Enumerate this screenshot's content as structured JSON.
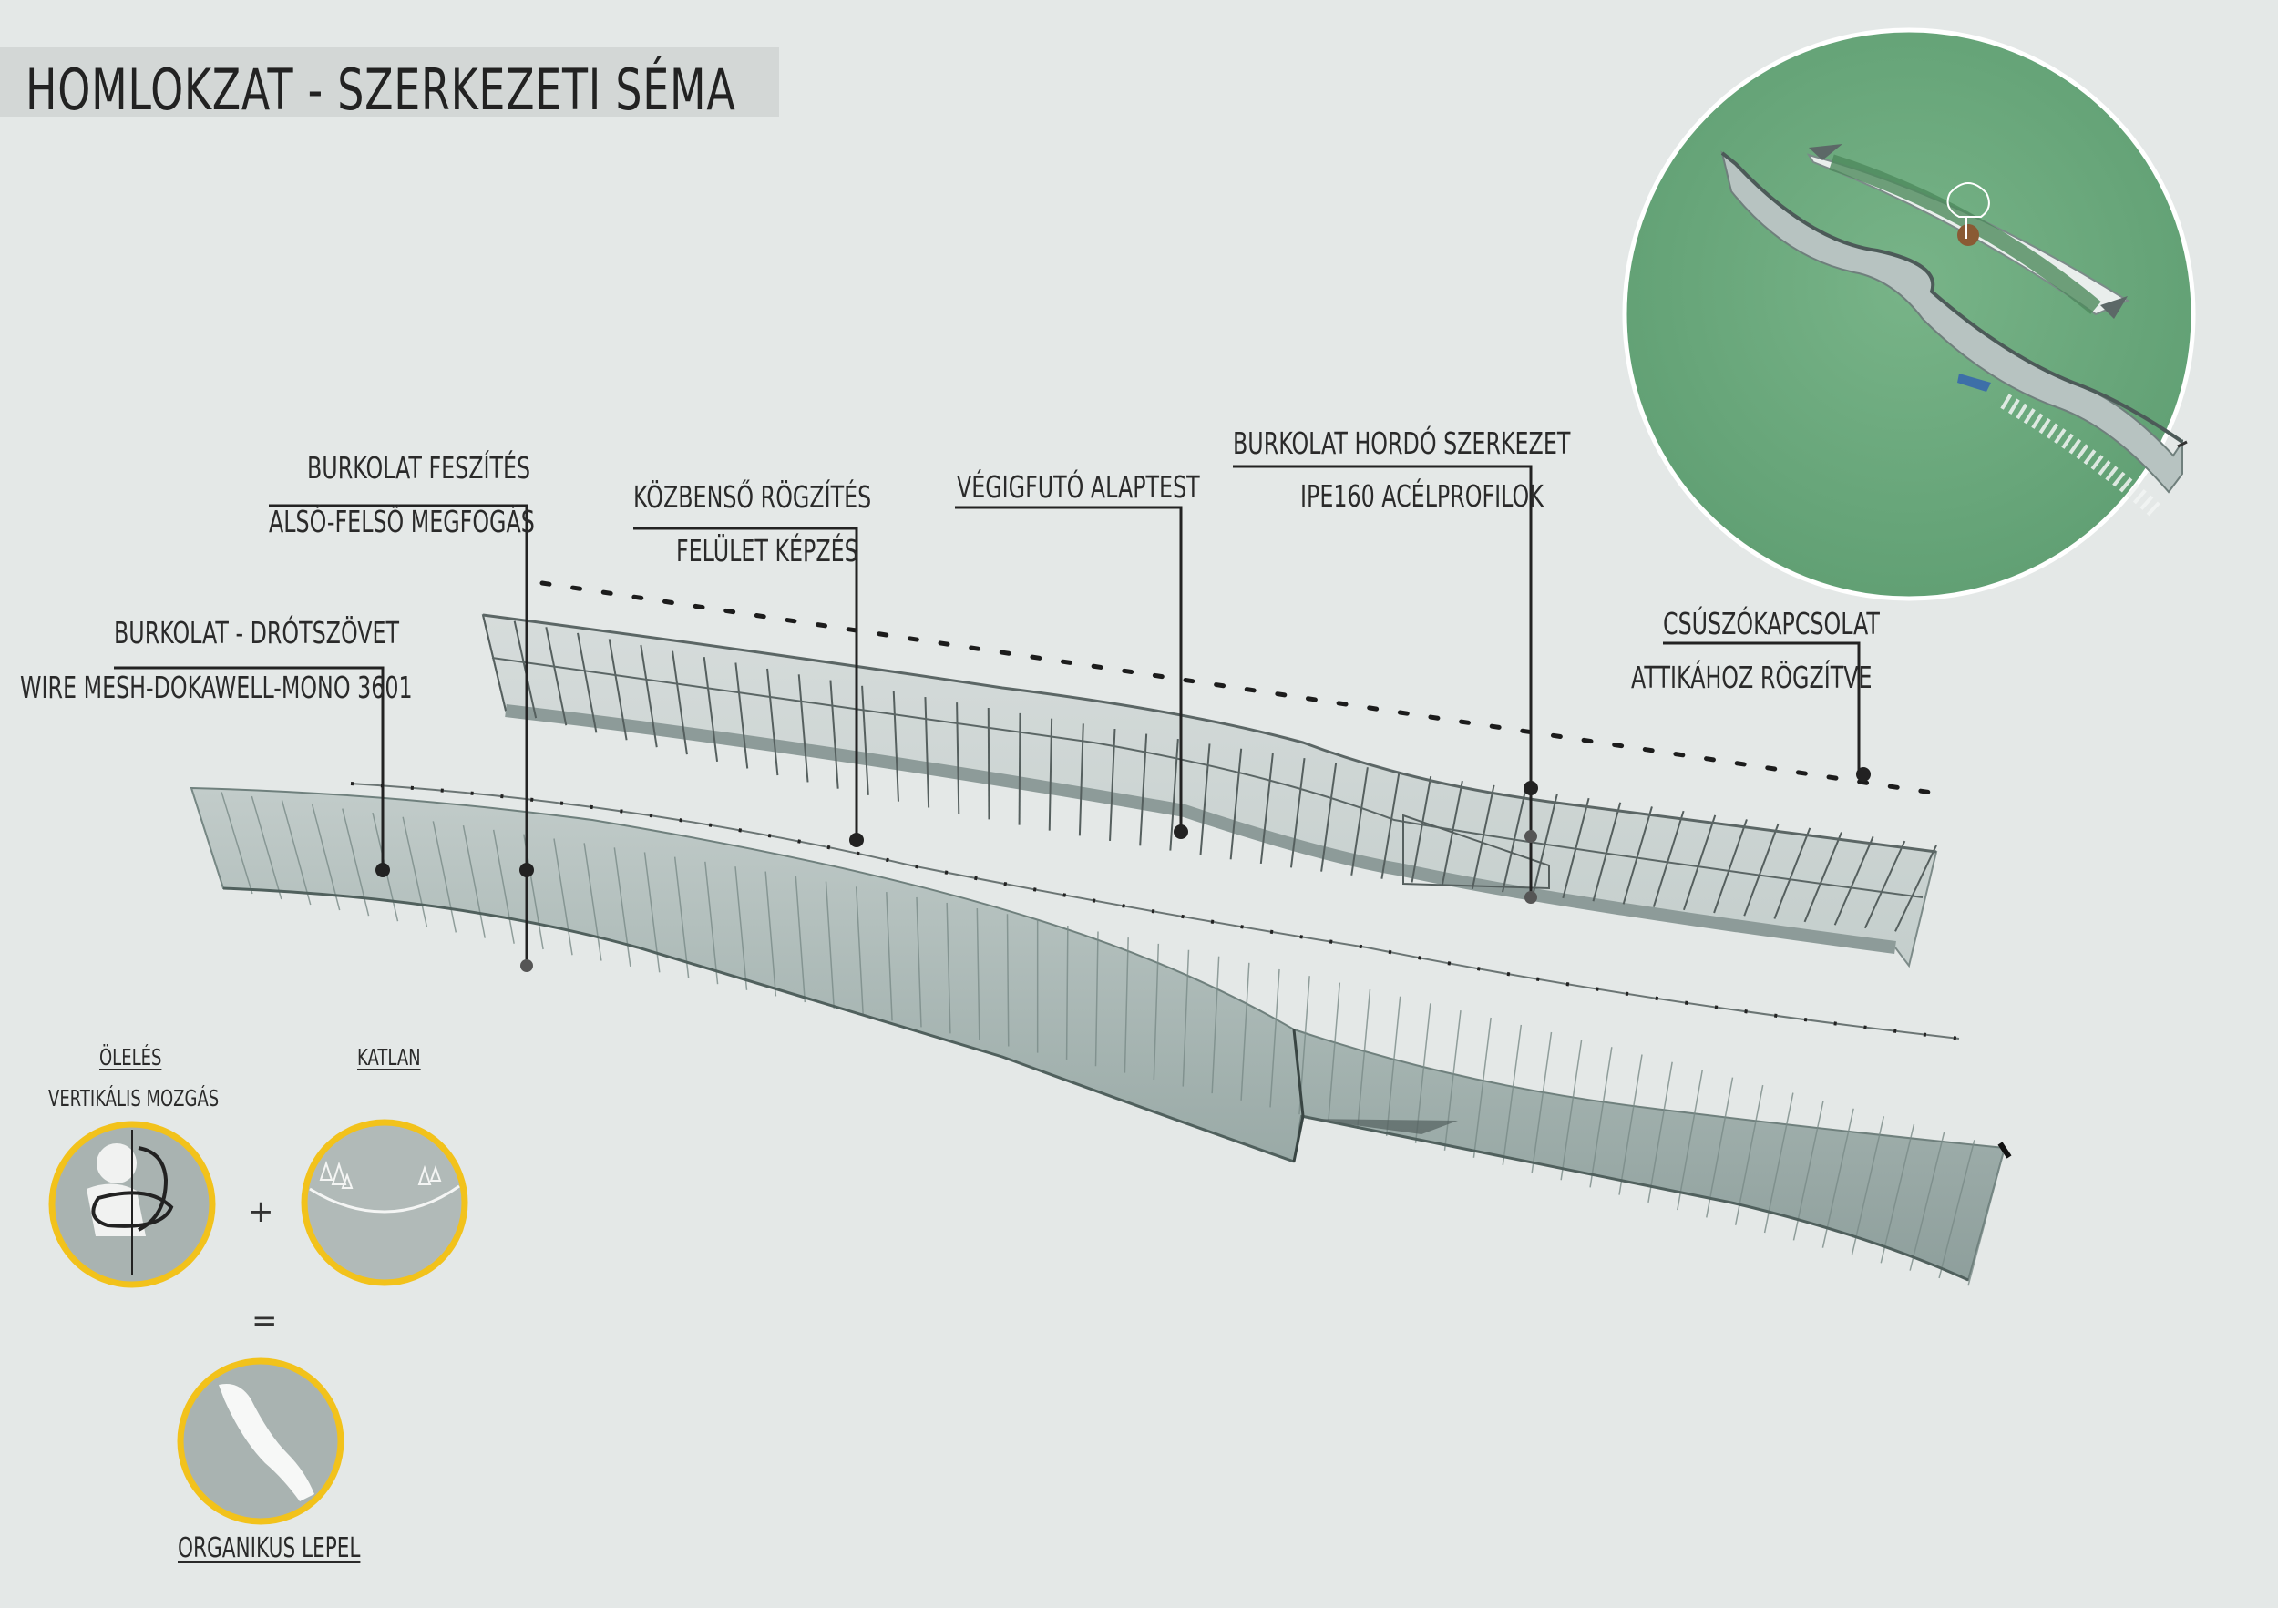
{
  "title": "HOMLOKZAT - SZERKEZETI SÉMA",
  "labels": {
    "cladding_tension_line1": "BURKOLAT FESZÍTÉS",
    "cladding_tension_line2": "ALSÓ-FELSŐ MEGFOGÁS",
    "intermediate_fix_line1": "KÖZBENSŐ RÖGZÍTÉS",
    "intermediate_fix_line2": "FELÜLET KÉPZÉS",
    "continuous_base": "VÉGIGFUTÓ ALAPTEST",
    "cladding_structure_line1": "BURKOLAT HORDÓ SZERKEZET",
    "cladding_structure_line2": "IPE160 ACÉLPROFILOK",
    "cladding_mesh_line1": "BURKOLAT - DRÓTSZÖVET",
    "cladding_mesh_line2": "WIRE MESH-DOKAWELL-MONO 3601",
    "sliding_joint_line1": "CSÚSZÓKAPCSOLAT",
    "sliding_joint_line2": "ATTIKÁHOZ RÖGZÍTVE"
  },
  "concept": {
    "embrace_line1": "ÖLELÉS",
    "embrace_line2": "VERTIKÁLIS MOZGÁS",
    "gorge": "KATLAN",
    "plus": "+",
    "equals": "=",
    "result": "ORGANIKUS LEPEL"
  },
  "colors": {
    "background": "#e4e8e7",
    "circle_green": "#6aa97c",
    "ring_yellow": "#f2c21b",
    "surface": "#a9b8b5",
    "leader": "#222222"
  }
}
